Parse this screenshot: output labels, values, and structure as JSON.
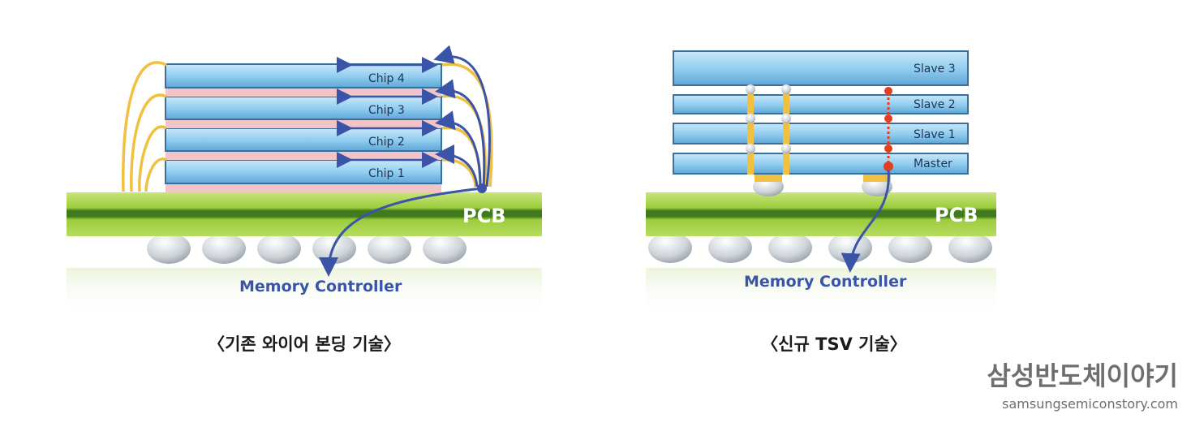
{
  "left": {
    "chips": [
      "Chip 4",
      "Chip 3",
      "Chip 2",
      "Chip 1"
    ],
    "pcb": "PCB",
    "controller": "Memory Controller",
    "caption": "〈기존 와이어 본딩 기술〉"
  },
  "right": {
    "layers": [
      "Slave 3",
      "Slave 2",
      "Slave 1",
      "Master"
    ],
    "pcb": "PCB",
    "controller": "Memory Controller",
    "caption": "〈신규 TSV 기술〉"
  },
  "brand": {
    "title": "삼성반도체이야기",
    "site": "samsungsemiconstory.com"
  },
  "colors": {
    "chip_blue": "#8ecbef",
    "chip_blue_dark": "#3b6f9c",
    "spacer_pink": "#f2c4c8",
    "pcb_green": "#9ccc3c",
    "pcb_dark": "#3f7a1c",
    "wire_yellow": "#f0c040",
    "wire_blue": "#3a54a8",
    "tsv_red": "#e04020"
  }
}
